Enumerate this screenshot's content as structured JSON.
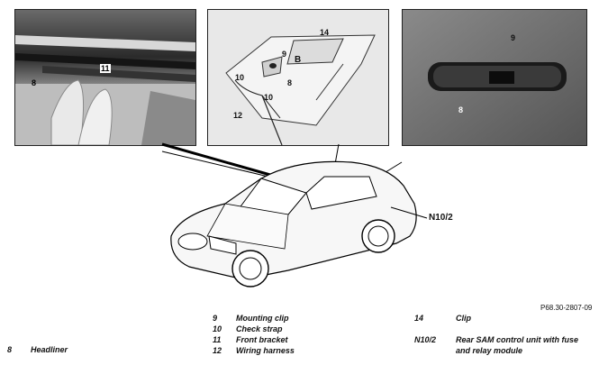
{
  "figure_code": "P68.30-2807-09",
  "callouts": {
    "p1_11": "11",
    "p1_8": "8",
    "p2_14": "14",
    "p2_9": "9",
    "p2_B": "B",
    "p2_10a": "10",
    "p2_8": "8",
    "p2_10b": "10",
    "p2_12": "12",
    "p3_9": "9",
    "p3_8": "8",
    "car_n10": "N10/2"
  },
  "legend": [
    {
      "num": "8",
      "text": "Headliner"
    },
    {
      "num": "9",
      "text": "Mounting clip"
    },
    {
      "num": "10",
      "text": "Check strap"
    },
    {
      "num": "11",
      "text": "Front bracket"
    },
    {
      "num": "12",
      "text": "Wiring harness"
    },
    {
      "num": "14",
      "text": "Clip"
    },
    {
      "num": "N10/2",
      "text": "Rear SAM control unit with fuse"
    },
    {
      "num": "",
      "text": "and relay module"
    }
  ]
}
